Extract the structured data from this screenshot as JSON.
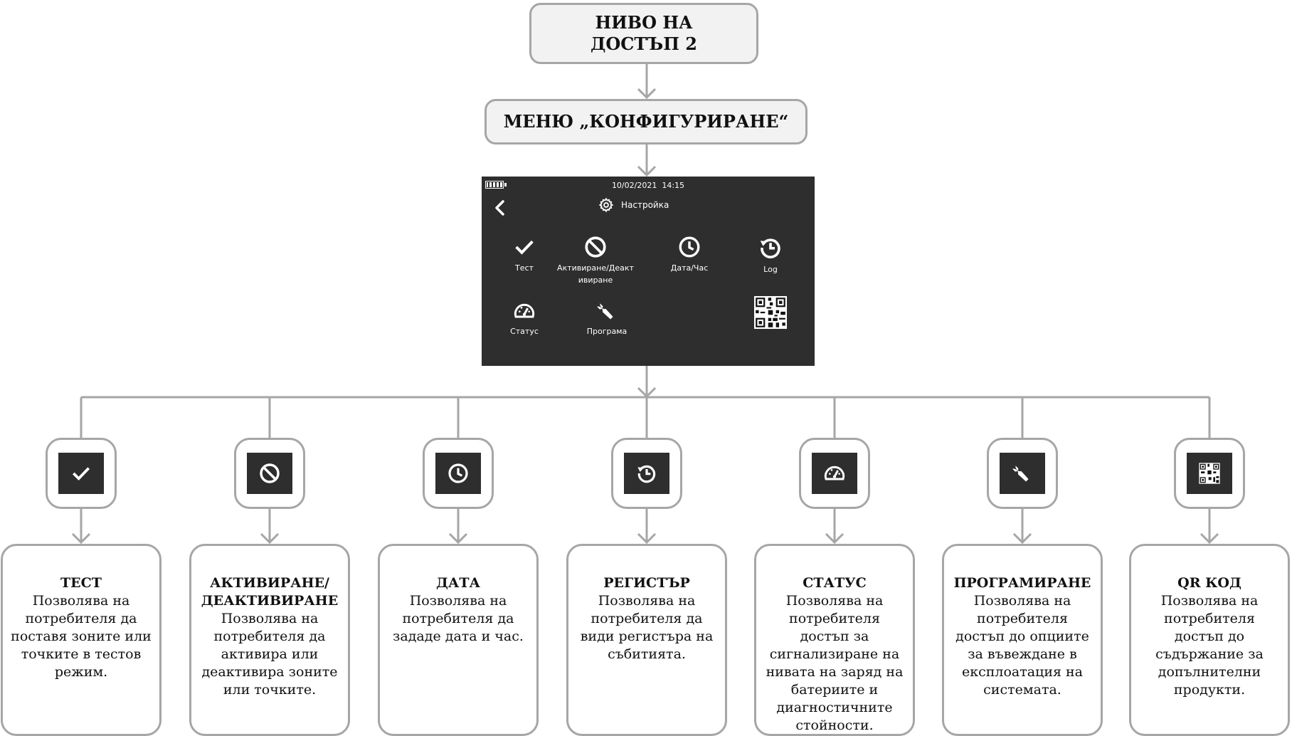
{
  "top": {
    "level_line1": "НИВО НА",
    "level_line2": "ДОСТЪП 2",
    "menu": "МЕНЮ „КОНФИГУРИРАНЕ“"
  },
  "screen": {
    "date": "10/02/2021",
    "time": "14:15",
    "title": "Настройка",
    "items": [
      {
        "label": "Тест",
        "icon": "check-icon"
      },
      {
        "label": "Активиране/Деакт ивиране",
        "icon": "ban-icon"
      },
      {
        "label": "Дата/Час",
        "icon": "clock-icon"
      },
      {
        "label": "Log",
        "icon": "history-icon"
      },
      {
        "label": "Статус",
        "icon": "gauge-icon"
      },
      {
        "label": "Програма",
        "icon": "wrench-icon"
      },
      {
        "label": "",
        "icon": "qr-code-icon"
      }
    ],
    "colors": {
      "background": "#2e2e2e",
      "foreground": "#ffffff"
    }
  },
  "branches": [
    {
      "icon": "check-icon",
      "title": "ТЕСТ",
      "text": "Позволява на потребителя да поставя зоните или точките в тестов режим."
    },
    {
      "icon": "ban-icon",
      "title": "АКТИВИРАНЕ/ ДЕАКТИВИРАНЕ",
      "text": "Позволява на потребителя да активира или деактивира зоните или точките."
    },
    {
      "icon": "clock-icon",
      "title": "ДАТА",
      "text": "Позволява на потребителя да зададе дата и час."
    },
    {
      "icon": "history-icon",
      "title": "РЕГИСТЪР",
      "text": "Позволява на потребителя да види регистъра на събитията."
    },
    {
      "icon": "gauge-icon",
      "title": "СТАТУС",
      "text": "Позволява на потребителя достъп за сигнализиране на нивата на заряд на батериите и диагностичните стойности."
    },
    {
      "icon": "wrench-icon",
      "title": "ПРОГРАМИРАНЕ",
      "text": "Позволява на потребителя достъп до опциите за въвеждане в експлоатация на системата."
    },
    {
      "icon": "qr-code-icon",
      "title": "QR КОД",
      "text": "Позволява на потребителя достъп до съдържание за допълнителни продукти."
    }
  ],
  "colors": {
    "connector": "#a6a6a6",
    "top_box_fill": "#f2f2f2"
  }
}
